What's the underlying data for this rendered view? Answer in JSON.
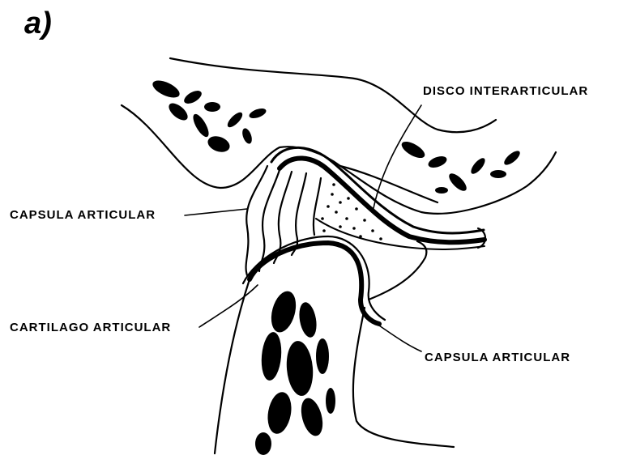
{
  "figure": {
    "panel_letter": "a)",
    "labels": {
      "disco": "DISCO INTERARTICULAR",
      "capsula_left": "CAPSULA ARTICULAR",
      "cartilago": "CARTILAGO ARTICULAR",
      "capsula_right": "CAPSULA ARTICULAR"
    }
  },
  "style": {
    "ink": "#000000",
    "paper": "#ffffff"
  }
}
